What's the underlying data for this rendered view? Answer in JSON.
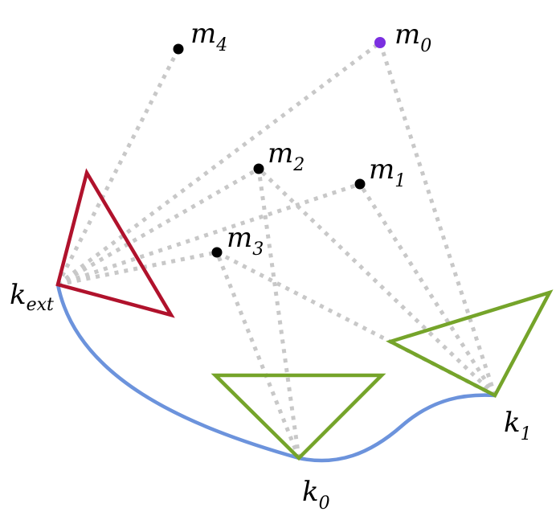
{
  "labels": {
    "m0": {
      "base": "m",
      "sub": "0"
    },
    "m1": {
      "base": "m",
      "sub": "1"
    },
    "m2": {
      "base": "m",
      "sub": "2"
    },
    "m3": {
      "base": "m",
      "sub": "3"
    },
    "m4": {
      "base": "m",
      "sub": "4"
    },
    "k0": {
      "base": "k",
      "sub": "0"
    },
    "k1": {
      "base": "k",
      "sub": "1"
    },
    "kext": {
      "base": "k",
      "sub": "ext"
    }
  },
  "colors": {
    "highlight_landmark": "#7b2fe0",
    "landmark": "#000000",
    "camera_current": "#75a42a",
    "camera_external": "#b0122c",
    "trajectory": "#6c93dc",
    "observation_ray": "#c8c8c8"
  }
}
